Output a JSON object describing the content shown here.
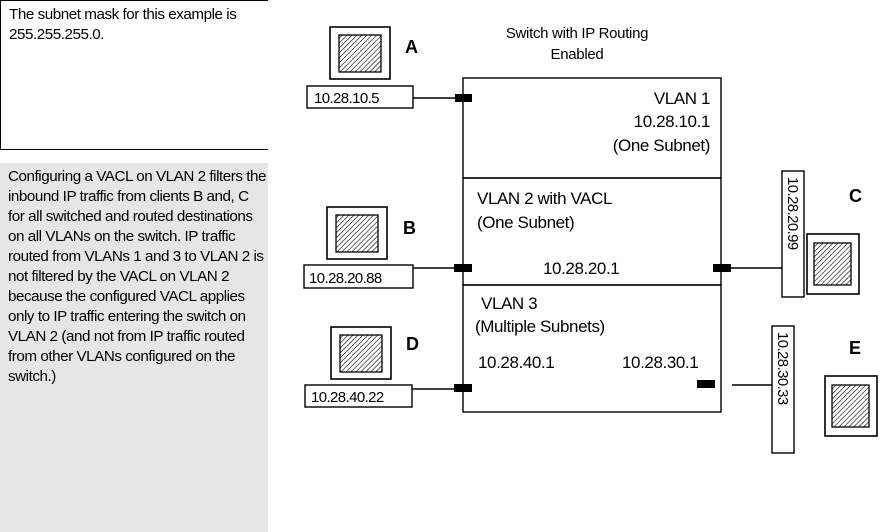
{
  "notes": {
    "top": "The subnet mask for this example is 255.255.255.0.",
    "bottom": "Configuring a VACL on VLAN 2 filters the inbound IP traffic from clients B and, C for all switched and routed destinations on all VLANs on the switch. IP traffic routed from VLANs 1 and 3 to VLAN 2 is not filtered by the VACL on VLAN 2 because the configured VACL applies only to IP traffic entering the switch on VLAN 2 (and not from IP traffic routed from other VLANs configured on the switch.)"
  },
  "switch": {
    "title_line1": "Switch with IP Routing",
    "title_line2": "Enabled"
  },
  "vlans": {
    "vlan1": {
      "name": "VLAN 1",
      "ip": "10.28.10.1",
      "subnet": "(One Subnet)"
    },
    "vlan2": {
      "name": "VLAN 2  with VACL",
      "subnet": "(One Subnet)",
      "ip": "10.28.20.1"
    },
    "vlan3": {
      "name": "VLAN 3",
      "subnet": "(Multiple Subnets)",
      "ip_left": "10.28.40.1",
      "ip_right": "10.28.30.1"
    }
  },
  "clients": {
    "a": {
      "letter": "A",
      "ip": "10.28.10.5"
    },
    "b": {
      "letter": "B",
      "ip": "10.28.20.88"
    },
    "c": {
      "letter": "C",
      "ip": "10.28.20.99"
    },
    "d": {
      "letter": "D",
      "ip": "10.28.40.22"
    },
    "e": {
      "letter": "E",
      "ip": "10.28.30.33"
    }
  },
  "icons": {
    "client": "computer-icon",
    "port": "port-icon"
  },
  "colors": {
    "note_background": "#e6e6e6",
    "line": "#000000",
    "screen_hatch": "#000000"
  }
}
